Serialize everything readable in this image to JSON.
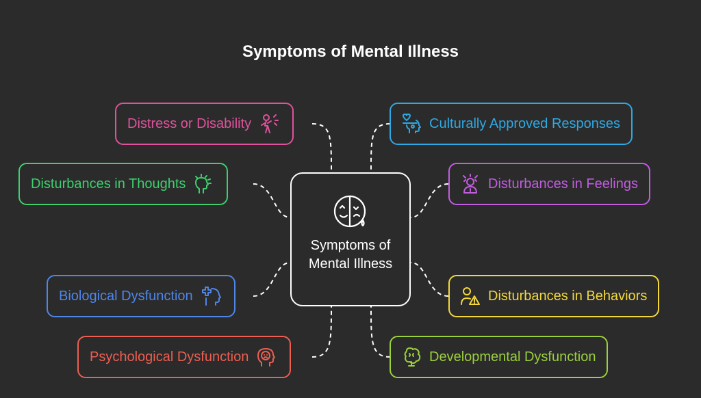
{
  "title": "Symptoms of Mental Illness",
  "center": {
    "label": "Symptoms of Mental Illness",
    "icon": "comedy-tragedy-mask-icon"
  },
  "nodes": [
    {
      "id": "distress",
      "label": "Distress or Disability",
      "color": "#e0529c",
      "icon": "distressed-person-icon",
      "side": "left"
    },
    {
      "id": "thoughts",
      "label": "Disturbances in Thoughts",
      "color": "#3ecf6e",
      "icon": "head-thoughts-icon",
      "side": "left"
    },
    {
      "id": "biological",
      "label": "Biological Dysfunction",
      "color": "#4f86e8",
      "icon": "head-medical-cross-icon",
      "side": "left"
    },
    {
      "id": "psychological",
      "label": "Psychological Dysfunction",
      "color": "#ee5e52",
      "icon": "head-sad-face-icon",
      "side": "left"
    },
    {
      "id": "cultural",
      "label": "Culturally Approved Responses",
      "color": "#2fa9e3",
      "icon": "heart-head-icon",
      "side": "right"
    },
    {
      "id": "feelings",
      "label": "Disturbances in Feelings",
      "color": "#c25de0",
      "icon": "emotional-person-icon",
      "side": "right"
    },
    {
      "id": "behaviors",
      "label": "Disturbances in Behaviors",
      "color": "#f4d83a",
      "icon": "person-warning-icon",
      "side": "right"
    },
    {
      "id": "developmental",
      "label": "Developmental Dysfunction",
      "color": "#9bd13a",
      "icon": "brain-growth-icon",
      "side": "right"
    }
  ]
}
